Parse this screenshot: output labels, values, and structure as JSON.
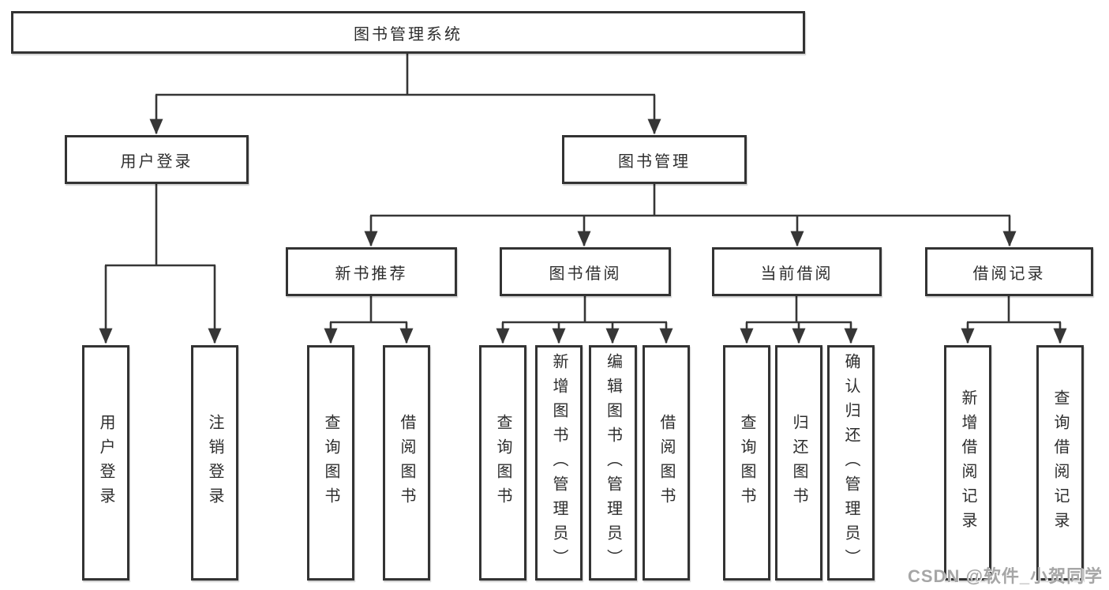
{
  "nodes": {
    "root": "图书管理系统",
    "user_login": "用户登录",
    "book_mgmt": "图书管理",
    "new_book": "新书推荐",
    "book_borrow": "图书借阅",
    "current_borrow": "当前借阅",
    "borrow_records": "借阅记录",
    "leaf_user_login": "用户登录",
    "leaf_logout": "注销登录",
    "nb_query": "查询图书",
    "nb_borrow": "借阅图书",
    "bb_query": "查询图书",
    "bb_add": "新增图书（管理员）",
    "bb_edit": "编辑图书（管理员）",
    "bb_borrow": "借阅图书",
    "cb_query": "查询图书",
    "cb_return": "归还图书",
    "cb_confirm": "确认归还（管理员）",
    "br_add": "新增借阅记录",
    "br_query": "查询借阅记录"
  },
  "watermark": "CSDN @软件_小贺同学",
  "colors": {
    "line": "#363636",
    "box_border": "#333333",
    "text": "#2d2d2d",
    "watermark": "#a6a6a6",
    "background": "#ffffff"
  }
}
